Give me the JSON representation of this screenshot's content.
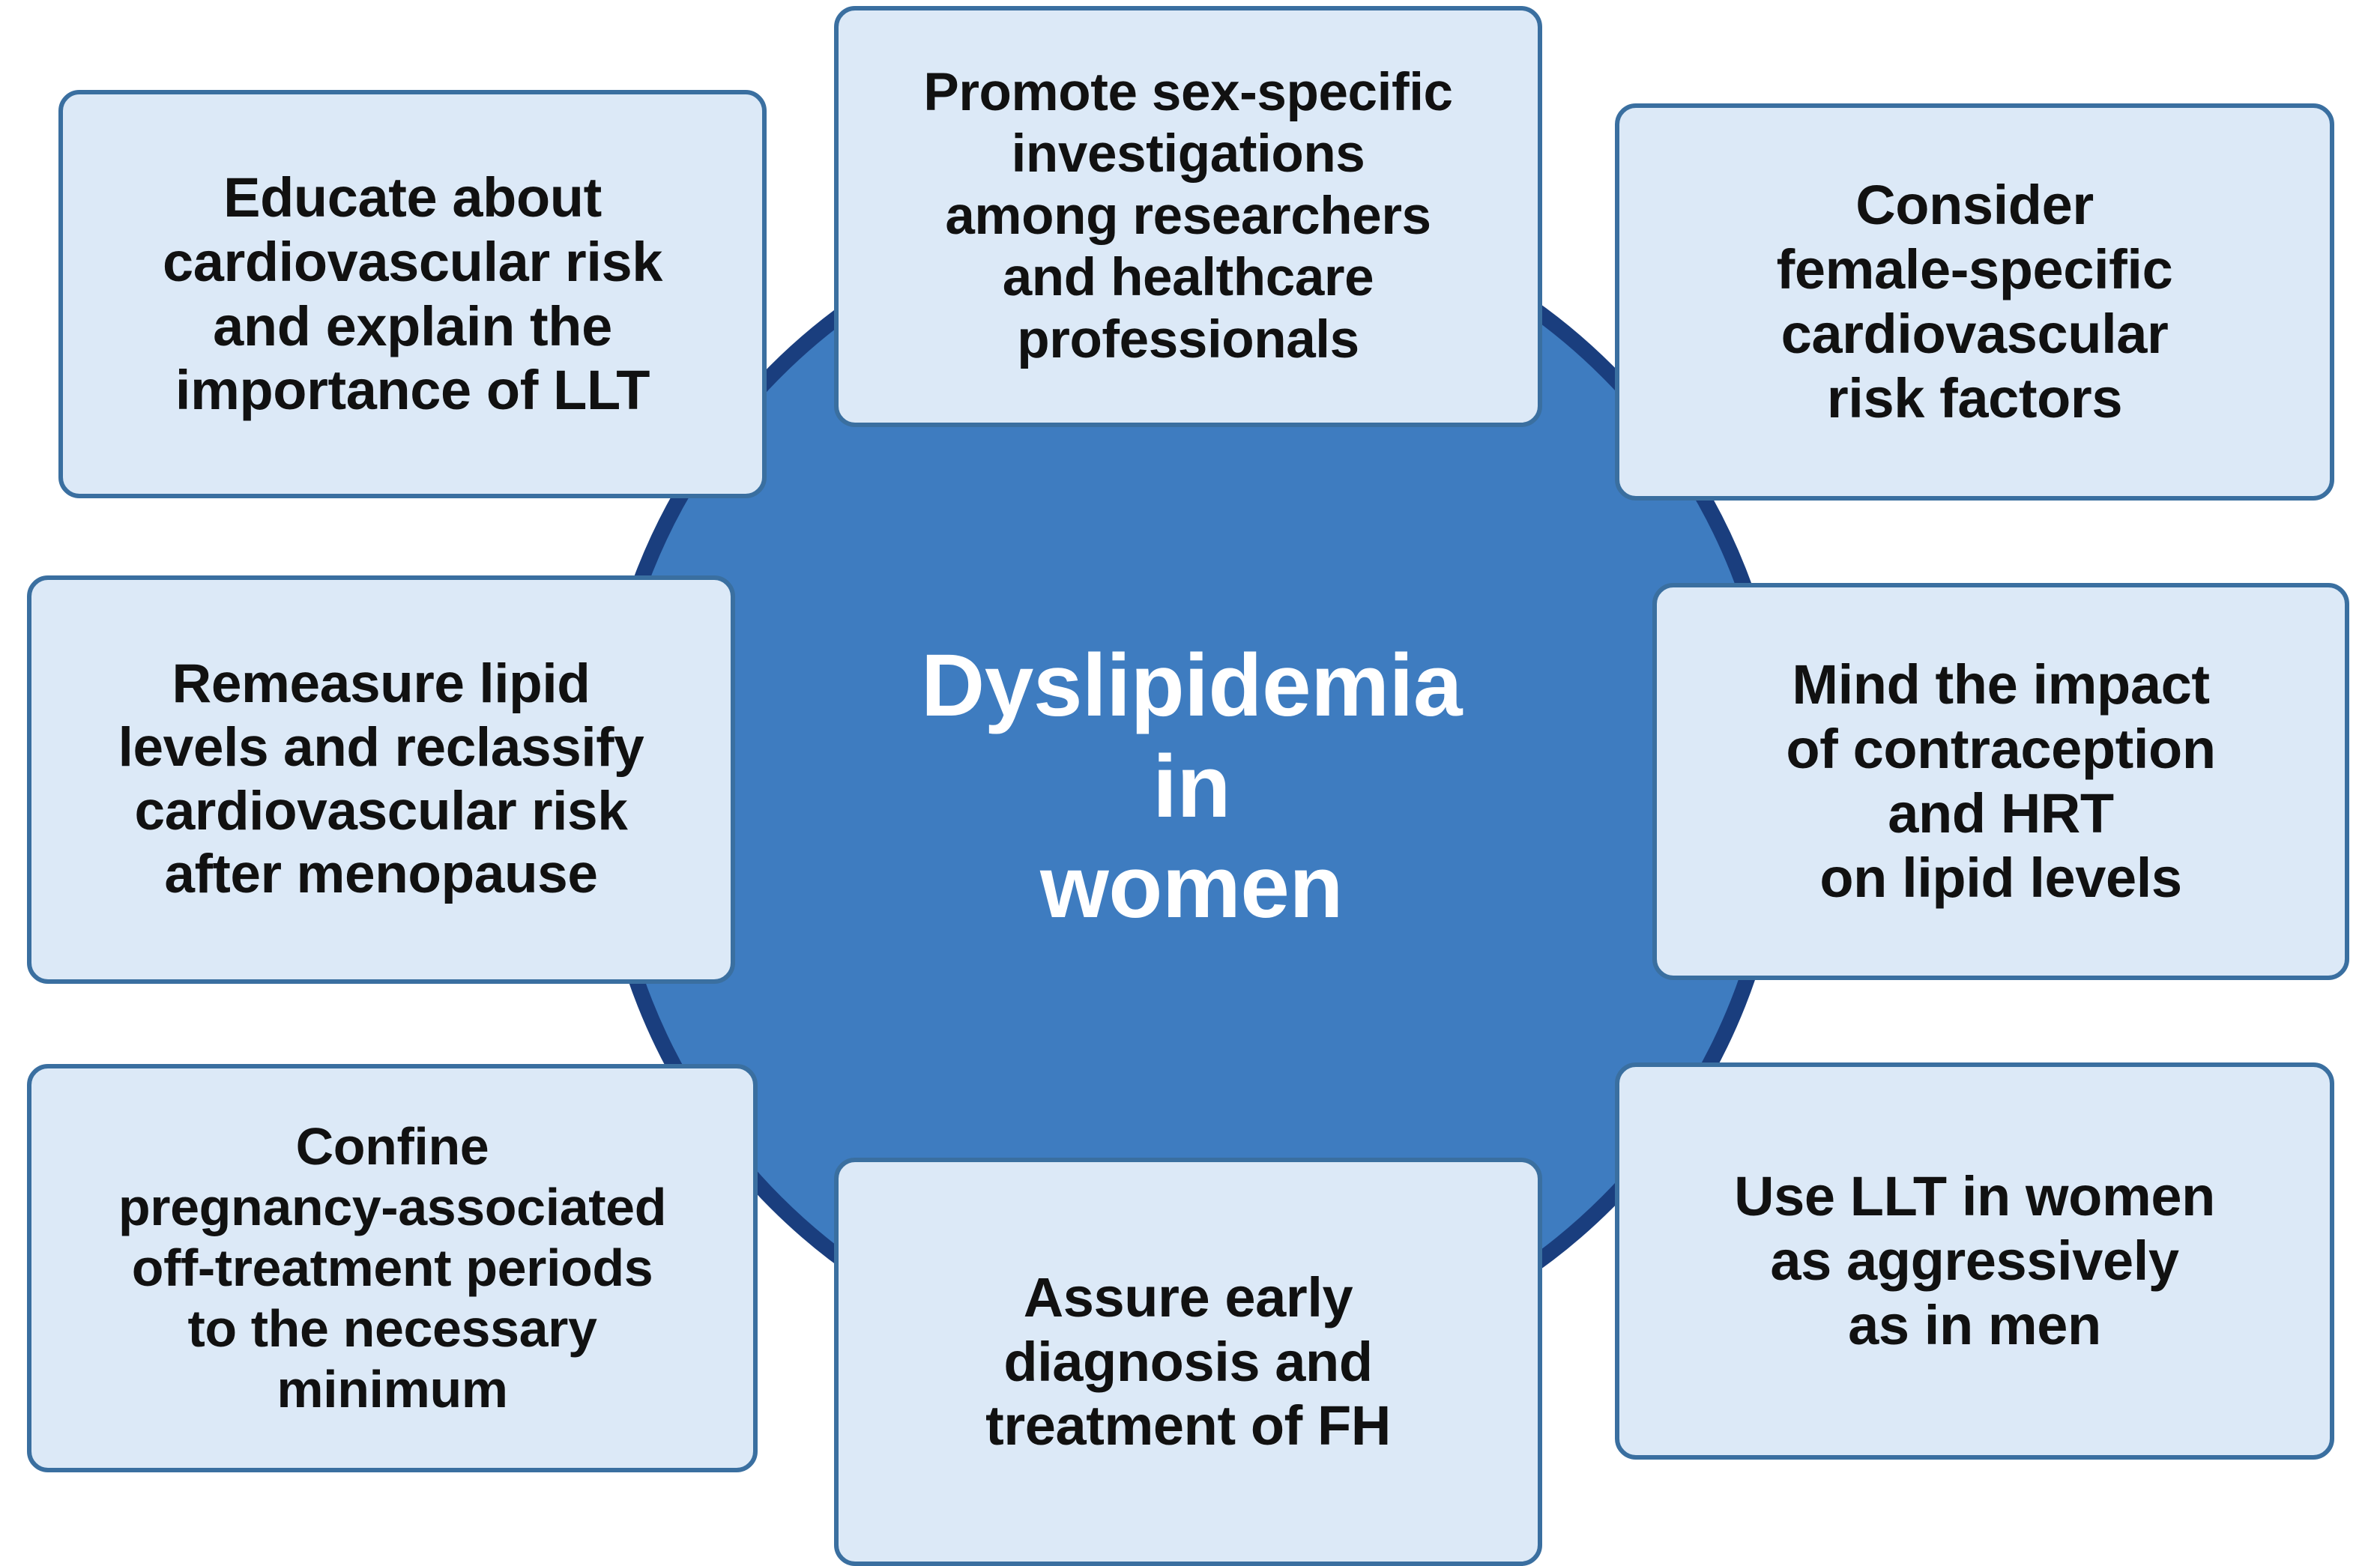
{
  "colors": {
    "hub_fill": "#3E7CC0",
    "hub_border": "#1A3E7E",
    "node_fill": "#DCE9F7",
    "node_border": "#3A6FA0",
    "node_text": "#111111",
    "hub_text": "#FFFFFF",
    "background": "#FFFFFF"
  },
  "hub": {
    "title": "Dyslipidemia\nin\nwomen"
  },
  "nodes": {
    "top_left": {
      "text": "Educate about\ncardiovascular risk\nand explain the\nimportance of LLT"
    },
    "top_center": {
      "text": "Promote sex-specific\ninvestigations\namong researchers\nand healthcare\nprofessionals"
    },
    "top_right": {
      "text": "Consider\nfemale-specific\ncardiovascular\nrisk factors"
    },
    "mid_left": {
      "text": "Remeasure lipid\nlevels and reclassify\ncardiovascular risk\nafter menopause"
    },
    "mid_right": {
      "text": "Mind the impact\nof contraception\nand HRT\non lipid levels"
    },
    "bottom_left": {
      "text": "Confine\npregnancy-associated\noff-treatment periods\nto the necessary\nminimum"
    },
    "bottom_center": {
      "text": "Assure early\ndiagnosis and\ntreatment of FH"
    },
    "bottom_right": {
      "text": "Use LLT in women\nas aggressively\nas in men"
    }
  },
  "chart_data": {
    "type": "diagram",
    "layout": "hub-and-spoke",
    "title": "Dyslipidemia in women",
    "hub_label": "Dyslipidemia in women",
    "node_count": 8,
    "nodes": [
      "Educate about cardiovascular risk and explain the importance of LLT",
      "Promote sex-specific investigations among researchers and healthcare professionals",
      "Consider female-specific cardiovascular risk factors",
      "Remeasure lipid levels and reclassify cardiovascular risk after menopause",
      "Mind the impact of contraception and HRT on lipid levels",
      "Confine pregnancy-associated off-treatment periods to the necessary minimum",
      "Assure early diagnosis and treatment of FH",
      "Use LLT in women as aggressively as in men"
    ]
  }
}
